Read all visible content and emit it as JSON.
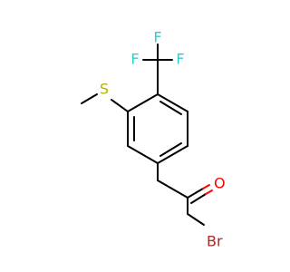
{
  "atoms": {
    "F_top": "F",
    "F_left": "F",
    "F_right": "F",
    "S": "S",
    "O": "O",
    "Br": "Br"
  },
  "colors": {
    "bond": "#000000",
    "fluorine": "#33cccc",
    "sulfur": "#b2b200",
    "oxygen": "#ff0000",
    "bromine": "#a52a2a"
  }
}
